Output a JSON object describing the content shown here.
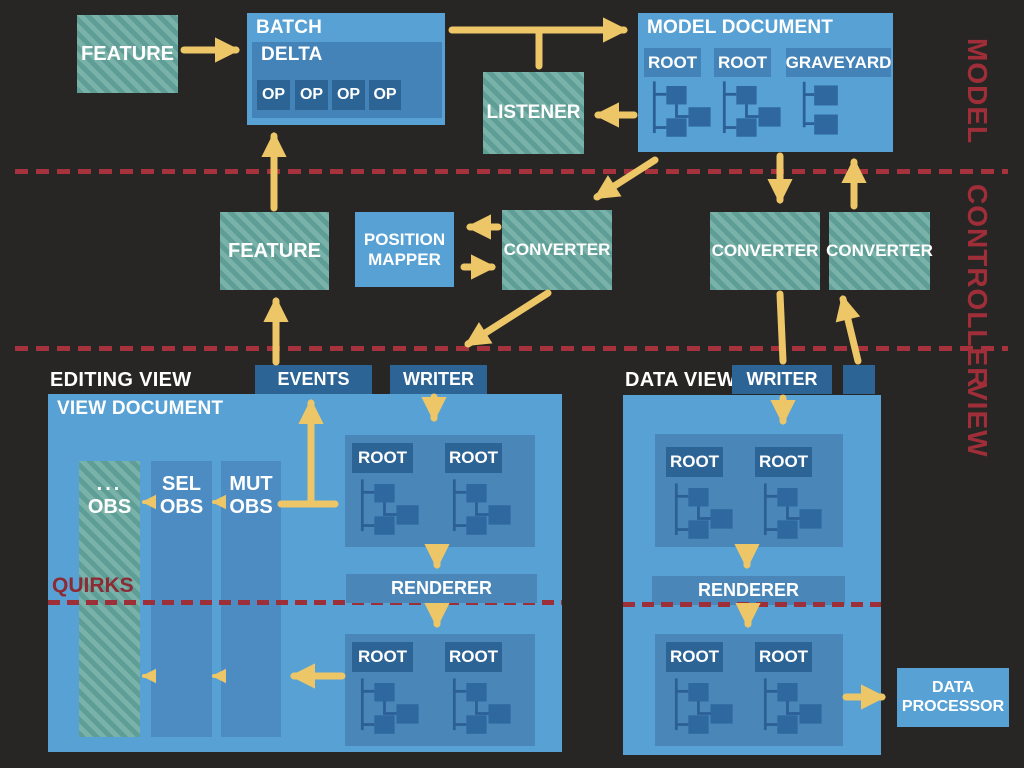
{
  "colors": {
    "background": "#272625",
    "light_blue": "#57a1d4",
    "medium_blue": "#4383b8",
    "dark_blue": "#2d6496",
    "teal": "#6aa8a0",
    "arrow_yellow": "#ecc667",
    "divider_red": "#a5323c",
    "side_label_red": "#a02e38"
  },
  "side_labels": {
    "model": "MODEL",
    "controller": "CONTROLLER",
    "view": "VIEW"
  },
  "model_section": {
    "feature": "FEATURE",
    "batch": {
      "title": "BATCH",
      "delta": {
        "title": "DELTA",
        "ops": [
          "OP",
          "OP",
          "OP",
          "OP"
        ]
      }
    },
    "listener": "LISTENER",
    "model_document": {
      "title": "MODEL DOCUMENT",
      "roots": [
        "ROOT",
        "ROOT",
        "GRAVEYARD"
      ]
    }
  },
  "controller_section": {
    "feature": "FEATURE",
    "position_mapper": "POSITION MAPPER",
    "converters": [
      "CONVERTER",
      "CONVERTER",
      "CONVERTER"
    ]
  },
  "view_section": {
    "editing_view": {
      "label": "EDITING VIEW",
      "events": "EVENTS",
      "writer": "WRITER",
      "view_document": {
        "title": "VIEW DOCUMENT",
        "observers": [
          {
            "line1": "...",
            "line2": "OBS"
          },
          {
            "line1": "SEL",
            "line2": "OBS"
          },
          {
            "line1": "MUT",
            "line2": "OBS"
          }
        ],
        "quirks": "QUIRKS",
        "roots_top": [
          "ROOT",
          "ROOT"
        ],
        "renderer": "RENDERER",
        "roots_bottom": [
          "ROOT",
          "ROOT"
        ]
      }
    },
    "data_view": {
      "label": "DATA VIEW",
      "writer": "WRITER",
      "document": {
        "roots_top": [
          "ROOT",
          "ROOT"
        ],
        "renderer": "RENDERER",
        "roots_bottom": [
          "ROOT",
          "ROOT"
        ]
      }
    },
    "data_processor": "DATA PROCESSOR"
  },
  "connections": [
    {
      "from": "feature-model",
      "to": "batch"
    },
    {
      "from": "batch",
      "to": "model-document"
    },
    {
      "from": "batch-to-model-line",
      "to": "listener"
    },
    {
      "from": "model-document",
      "to": "listener"
    },
    {
      "from": "model-document",
      "to": "converter-left"
    },
    {
      "from": "converter-left",
      "to": "position-mapper"
    },
    {
      "from": "position-mapper",
      "to": "converter-left"
    },
    {
      "from": "feature-controller",
      "to": "batch"
    },
    {
      "from": "events",
      "to": "feature-controller"
    },
    {
      "from": "mut-obs",
      "to": "events"
    },
    {
      "from": "converter-left",
      "to": "writer-editing"
    },
    {
      "from": "writer-editing",
      "to": "editing-roots-top"
    },
    {
      "from": "editing-roots-top",
      "to": "renderer-editing"
    },
    {
      "from": "renderer-editing",
      "to": "editing-roots-bottom"
    },
    {
      "from": "editing-roots-bottom",
      "to": "observers"
    },
    {
      "from": "model-document",
      "to": "converter-middle"
    },
    {
      "from": "converter-right",
      "to": "model-document"
    },
    {
      "from": "converter-middle",
      "to": "writer-data"
    },
    {
      "from": "writer-data",
      "to": "data-roots-top"
    },
    {
      "from": "data-view",
      "to": "converter-right"
    },
    {
      "from": "data-roots-top",
      "to": "renderer-data"
    },
    {
      "from": "renderer-data",
      "to": "data-roots-bottom"
    },
    {
      "from": "data-roots-bottom",
      "to": "data-processor"
    }
  ]
}
